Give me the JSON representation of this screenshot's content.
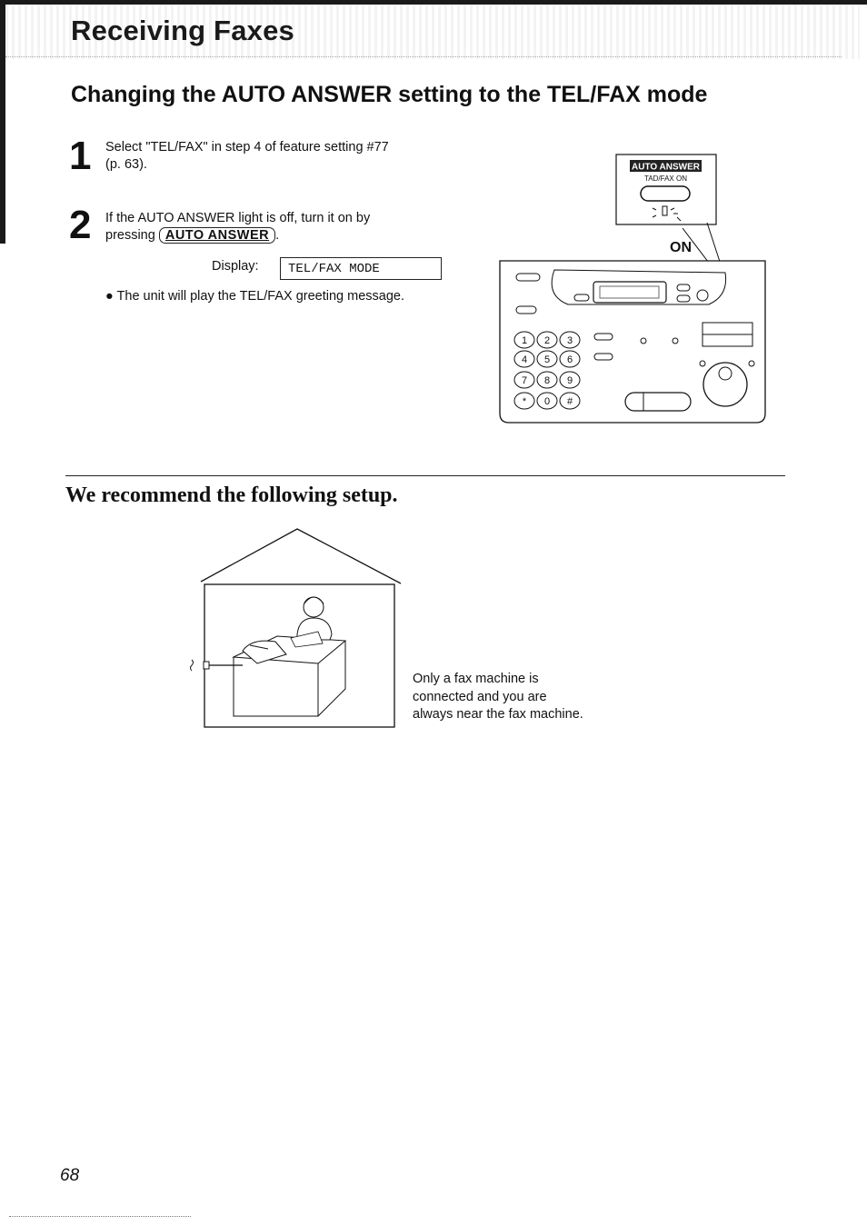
{
  "header": {
    "section_title": "Receiving Faxes"
  },
  "main": {
    "heading": "Changing the AUTO ANSWER setting to the TEL/FAX mode",
    "steps": [
      {
        "number": "1",
        "text_line1": "Select \"TEL/FAX\" in step 4 of feature setting #77",
        "text_line2": "(p. 63)."
      },
      {
        "number": "2",
        "text_line1": "If the AUTO ANSWER light is off, turn it on by",
        "text_line2_prefix": "pressing",
        "button_label": "AUTO ANSWER",
        "text_line2_suffix": "."
      }
    ],
    "display_label": "Display:",
    "display_value": "TEL/FAX MODE",
    "bullet_note": "The unit will play the TEL/FAX greeting message."
  },
  "panel_figure": {
    "button_label": "AUTO ANSWER",
    "sub_label": "TAD/FAX ON",
    "on_label": "ON",
    "keypad": [
      "1",
      "2",
      "3",
      "4",
      "5",
      "6",
      "7",
      "8",
      "9",
      "*",
      "0",
      "#"
    ]
  },
  "recommend": {
    "heading": "We recommend the following setup.",
    "note_line1": "Only a fax machine is",
    "note_line2": "connected and you are",
    "note_line3": "always near the fax machine."
  },
  "footer": {
    "page_number": "68"
  },
  "colors": {
    "ink": "#111111",
    "header_band": "#f3f3f3",
    "button_fill": "#222222"
  }
}
